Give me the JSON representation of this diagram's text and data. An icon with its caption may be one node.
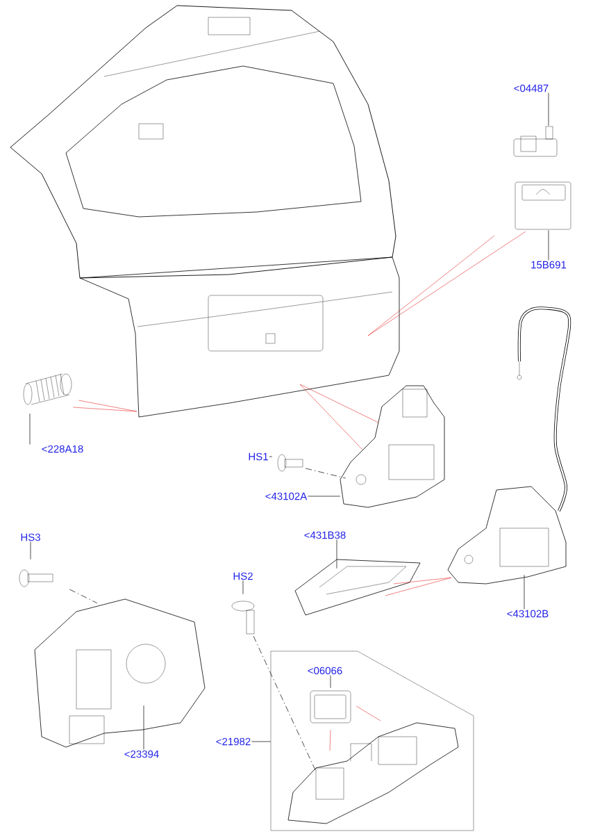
{
  "diagram": {
    "nodes": [
      {
        "text": [],
        "shape": "picture"
      },
      {
        "text": [
          "<04487"
        ]
      },
      {
        "text": [],
        "shape": "picture"
      },
      {
        "text": [],
        "shape": "picture"
      },
      {
        "text": [
          "15B691"
        ]
      },
      {
        "text": [],
        "shape": "picture"
      },
      {
        "text": [
          "<228A18"
        ]
      },
      {
        "text": [
          "HS1"
        ]
      },
      {
        "text": [],
        "shape": "picture"
      },
      {
        "text": [],
        "shape": "picture"
      },
      {
        "text": [
          "<43102A"
        ]
      },
      {
        "text": [],
        "shape": "picture"
      },
      {
        "text": [
          "<43102B"
        ]
      },
      {
        "text": [],
        "shape": "picture"
      },
      {
        "text": [
          "<431B38"
        ]
      },
      {
        "text": [
          "HS3"
        ]
      },
      {
        "text": [],
        "shape": "picture"
      },
      {
        "text": [],
        "shape": "picture"
      },
      {
        "text": [
          "<23394"
        ]
      },
      {
        "text": [
          "HS2"
        ]
      },
      {
        "text": [],
        "shape": "picture"
      },
      {
        "text": [],
        "shape": "box"
      },
      {
        "text": [
          "<06066"
        ],
        "in": 21
      },
      {
        "text": [],
        "shape": "picture",
        "in": 21
      },
      {
        "text": [],
        "shape": "picture",
        "in": 21
      },
      {
        "text": [
          "<21982"
        ]
      }
    ],
    "edges": [
      {
        "from": 1,
        "to": 2,
        "arrow": "none"
      },
      {
        "from": 4,
        "to": 3,
        "arrow": "none"
      },
      {
        "from": 6,
        "to": 5,
        "arrow": "none"
      },
      {
        "from": 7,
        "to": 8,
        "arrow": "none"
      },
      {
        "from": 10,
        "to": 9,
        "arrow": "none"
      },
      {
        "from": 12,
        "to": 11,
        "arrow": "none"
      },
      {
        "from": 14,
        "to": 13,
        "arrow": "none"
      },
      {
        "from": 15,
        "to": 16,
        "arrow": "none"
      },
      {
        "from": 18,
        "to": 17,
        "arrow": "none"
      },
      {
        "from": 19,
        "to": 20,
        "arrow": "none"
      },
      {
        "from": 22,
        "to": 23,
        "arrow": "none"
      },
      {
        "from": 25,
        "to": 21,
        "arrow": "none"
      },
      {
        "from": 3,
        "to": 0,
        "arrow": "none",
        "color": "#e00000"
      },
      {
        "from": 3,
        "to": 0,
        "arrow": "none",
        "color": "#e00000"
      },
      {
        "from": 0,
        "to": 5,
        "arrow": "none",
        "color": "#e00000"
      },
      {
        "from": 0,
        "to": 5,
        "arrow": "none",
        "color": "#e00000"
      },
      {
        "from": 0,
        "to": 9,
        "arrow": "none",
        "color": "#e00000"
      },
      {
        "from": 0,
        "to": 9,
        "arrow": "none",
        "color": "#e00000"
      },
      {
        "from": 13,
        "to": 11,
        "arrow": "none",
        "color": "#e00000"
      },
      {
        "from": 13,
        "to": 11,
        "arrow": "none",
        "color": "#e00000"
      },
      {
        "from": 23,
        "to": 24,
        "arrow": "none",
        "color": "#e00000"
      },
      {
        "from": 23,
        "to": 24,
        "arrow": "none",
        "color": "#e00000"
      },
      {
        "from": 16,
        "to": 17,
        "arrow": "none",
        "style": "dashed"
      },
      {
        "from": 20,
        "to": 24,
        "arrow": "none",
        "style": "dashed"
      },
      {
        "from": 8,
        "to": 9,
        "arrow": "none",
        "style": "dashed"
      }
    ]
  }
}
